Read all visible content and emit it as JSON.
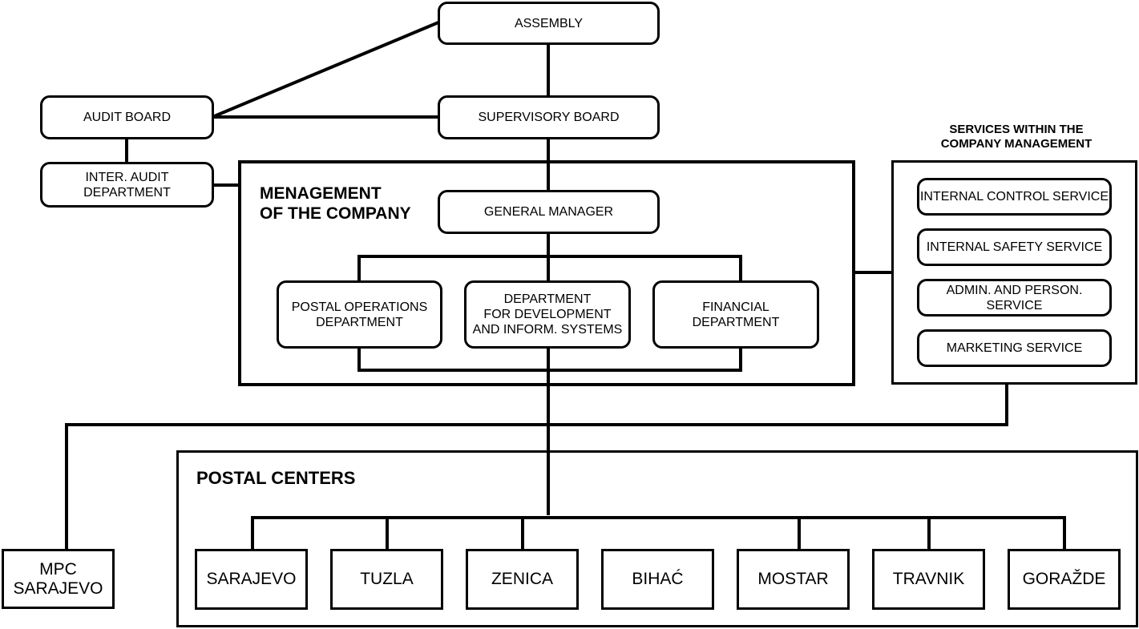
{
  "boards": {
    "assembly": "ASSEMBLY",
    "supervisory_board": "SUPERVISORY BOARD",
    "audit_board": "AUDIT BOARD",
    "internal_audit": "INTER. AUDIT\nDEPARTMENT"
  },
  "management": {
    "title": "MENAGEMENT\nOF THE COMPANY",
    "general_manager": "GENERAL MANAGER",
    "departments": [
      "POSTAL OPERATIONS\nDEPARTMENT",
      "DEPARTMENT\nFOR DEVELOPMENT\nAND INFORM. SYSTEMS",
      "FINANCIAL\nDEPARTMENT"
    ]
  },
  "services": {
    "title": "SERVICES WITHIN THE\nCOMPANY MANAGEMENT",
    "items": [
      "INTERNAL CONTROL SERVICE",
      "INTERNAL SAFETY SERVICE",
      "ADMIN. AND PERSON.\nSERVICE",
      "MARKETING SERVICE"
    ]
  },
  "mpc": "MPC\nSARAJEVO",
  "postal_centers": {
    "title": "POSTAL CENTERS",
    "cities": [
      "SARAJEVO",
      "TUZLA",
      "ZENICA",
      "BIHAĆ",
      "MOSTAR",
      "TRAVNIK",
      "GORAŽDE"
    ]
  }
}
